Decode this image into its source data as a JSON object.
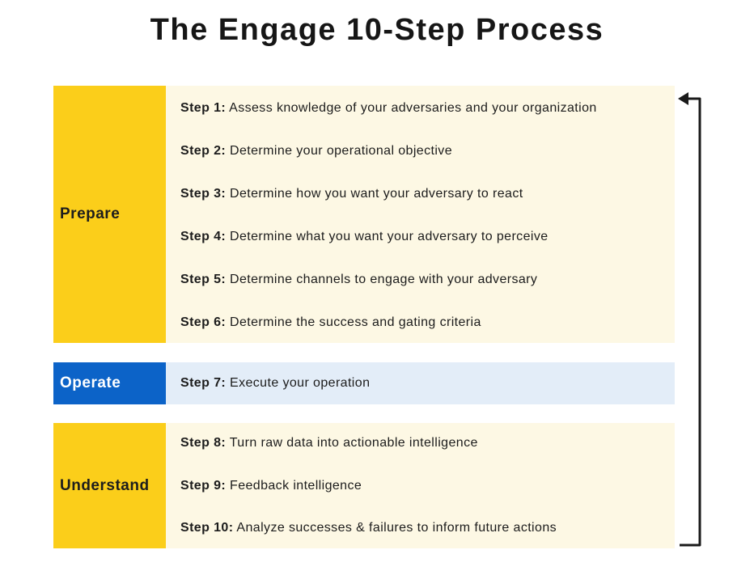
{
  "title": "The Engage 10-Step Process",
  "colors": {
    "prepare_accent": "#fbce1a",
    "operate_accent": "#0c63c8",
    "prepare_background": "#fdf8e4",
    "operate_background": "#e3edf8"
  },
  "phases": [
    {
      "label": "Prepare",
      "steps": [
        {
          "num": "Step 1:",
          "text": "Assess knowledge of your adversaries and your organization"
        },
        {
          "num": "Step 2:",
          "text": "Determine your operational objective"
        },
        {
          "num": "Step 3:",
          "text": "Determine how you want your adversary to react"
        },
        {
          "num": "Step 4:",
          "text": "Determine what you want your adversary to perceive"
        },
        {
          "num": "Step 5:",
          "text": "Determine channels to engage with your adversary"
        },
        {
          "num": "Step 6:",
          "text": "Determine the success and gating criteria"
        }
      ]
    },
    {
      "label": "Operate",
      "steps": [
        {
          "num": "Step 7:",
          "text": "Execute your operation"
        }
      ]
    },
    {
      "label": "Understand",
      "steps": [
        {
          "num": "Step 8:",
          "text": "Turn raw data into actionable intelligence"
        },
        {
          "num": "Step 9:",
          "text": "Feedback intelligence"
        },
        {
          "num": "Step 10:",
          "text": "Analyze successes & failures to inform future actions"
        }
      ]
    }
  ],
  "loop_arrow_icon": "return-loop-arrow-icon"
}
